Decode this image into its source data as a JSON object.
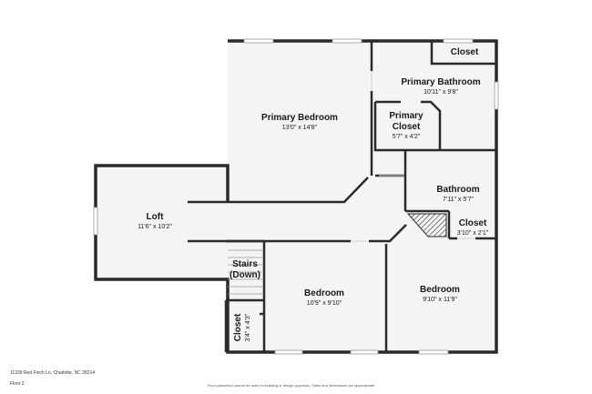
{
  "rooms": {
    "primary_bedroom": {
      "name": "Primary Bedroom",
      "dims": "13'0\" x 14'8\""
    },
    "primary_bathroom": {
      "name": "Primary Bathroom",
      "dims": "10'11\" x 9'8\""
    },
    "primary_closet": {
      "name_line1": "Primary",
      "name_line2": "Closet",
      "dims": "5'7\" x 4'2\""
    },
    "top_closet": {
      "name": "Closet"
    },
    "loft": {
      "name": "Loft",
      "dims": "11'6\" x 10'2\""
    },
    "bathroom": {
      "name": "Bathroom",
      "dims": "7'11\" x 5'7\""
    },
    "hall_closet": {
      "name": "Closet",
      "dims": "3'10\" x 2'1\""
    },
    "stairs": {
      "name_line1": "Stairs",
      "name_line2": "(Down)"
    },
    "bedroom_center": {
      "name": "Bedroom",
      "dims": "10'9\" x 9'10\""
    },
    "bedroom_right": {
      "name": "Bedroom",
      "dims": "9'10\" x 11'9\""
    },
    "side_closet": {
      "name": "Closet",
      "dims": "3'4\" x 4'3\""
    }
  },
  "footer": {
    "address": "11339 Red Finch Ln, Charlotte, NC 28214",
    "floor": "Floor 2",
    "disclaimer": "Floor plans/tour cannot be used for building or design purposes. Sizes and dimensions are approximate."
  },
  "colors": {
    "floor": "#f4f4f4",
    "wall": "#2a2a2a",
    "window": "#cfcfcf"
  }
}
